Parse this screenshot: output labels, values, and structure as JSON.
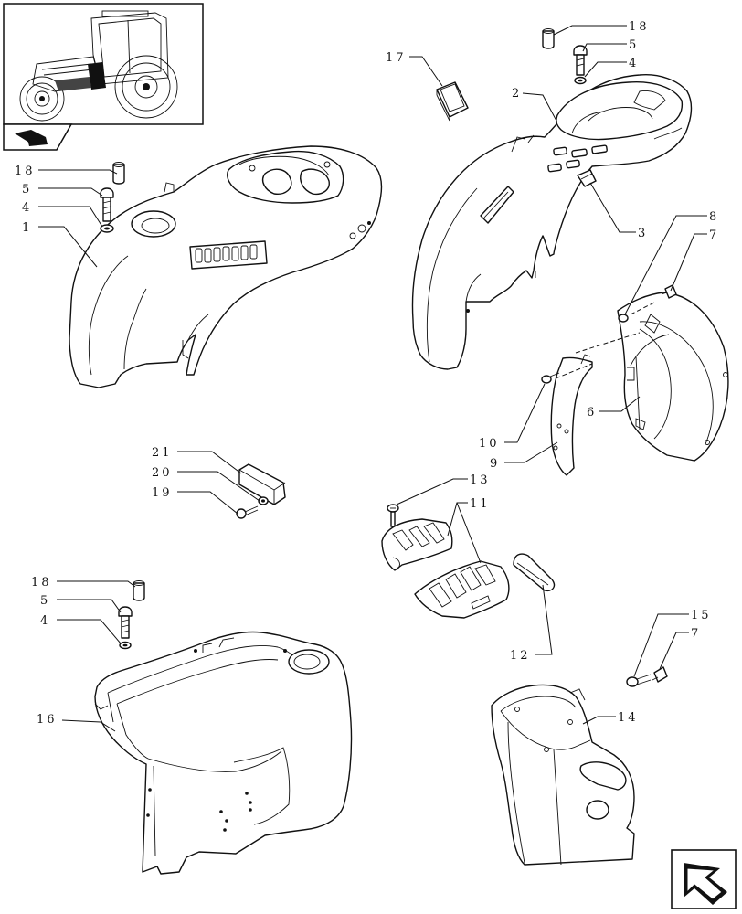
{
  "callouts": [
    {
      "id": "c18a",
      "text": "18"
    },
    {
      "id": "c5a",
      "text": "5"
    },
    {
      "id": "c4a",
      "text": "4"
    },
    {
      "id": "c1",
      "text": "1"
    },
    {
      "id": "c17",
      "text": "17"
    },
    {
      "id": "c18b",
      "text": "18"
    },
    {
      "id": "c5b",
      "text": "5"
    },
    {
      "id": "c4b",
      "text": "4"
    },
    {
      "id": "c2",
      "text": "2"
    },
    {
      "id": "c3",
      "text": "3"
    },
    {
      "id": "c8",
      "text": "8"
    },
    {
      "id": "c7a",
      "text": "7"
    },
    {
      "id": "c6",
      "text": "6"
    },
    {
      "id": "c10",
      "text": "10"
    },
    {
      "id": "c9",
      "text": "9"
    },
    {
      "id": "c21",
      "text": "21"
    },
    {
      "id": "c20",
      "text": "20"
    },
    {
      "id": "c19",
      "text": "19"
    },
    {
      "id": "c13",
      "text": "13"
    },
    {
      "id": "c11",
      "text": "11"
    },
    {
      "id": "c12",
      "text": "12"
    },
    {
      "id": "c18c",
      "text": "18"
    },
    {
      "id": "c5c",
      "text": "5"
    },
    {
      "id": "c4c",
      "text": "4"
    },
    {
      "id": "c16",
      "text": "16"
    },
    {
      "id": "c15",
      "text": "15"
    },
    {
      "id": "c7b",
      "text": "7"
    },
    {
      "id": "c14",
      "text": "14"
    }
  ],
  "icons": {
    "thumbnail": "tractor-thumbnail-icon",
    "book": "book-icon",
    "nav": "next-page-arrow-icon"
  }
}
